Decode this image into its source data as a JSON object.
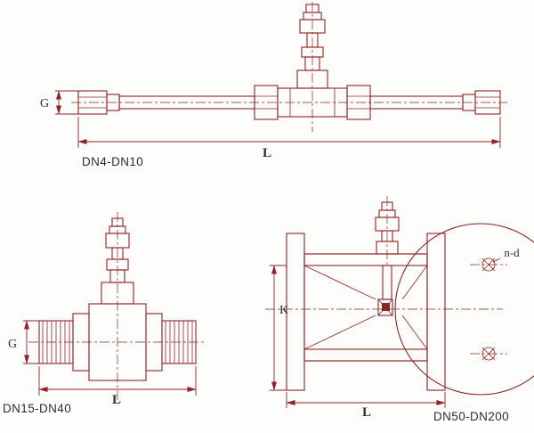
{
  "figure": {
    "line_color": "#8e2323",
    "text_color": "#2e2e2e",
    "background_color": "#fdfdfc",
    "drawings": {
      "threaded_small": {
        "caption": "DN4-DN10",
        "dim_g": "G",
        "dim_l": "L"
      },
      "threaded_medium": {
        "caption": "DN15-DN40",
        "dim_g": "G",
        "dim_l": "L"
      },
      "flanged_large": {
        "caption": "DN50-DN200",
        "dim_k": "K",
        "dim_l": "L",
        "bolt_pattern_label": "n-d"
      }
    }
  }
}
